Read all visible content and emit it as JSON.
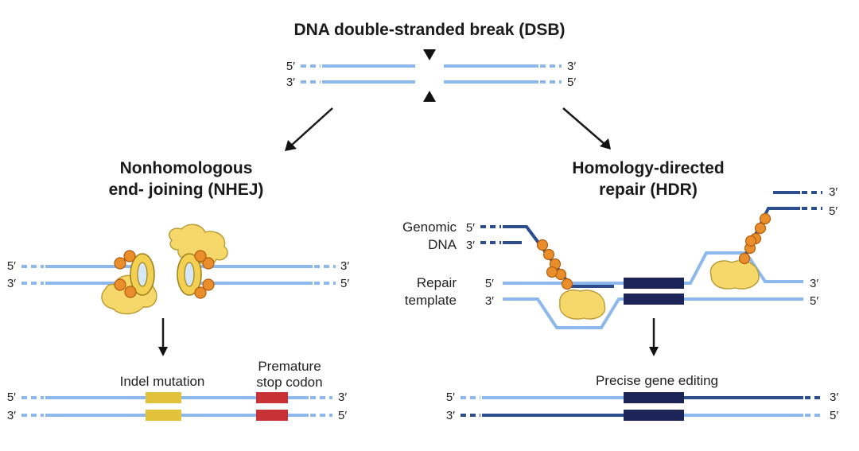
{
  "dsb": {
    "title": "DNA double-stranded break (DSB)",
    "top_left": "5′",
    "bottom_left": "3′",
    "top_right": "3′",
    "bottom_right": "5′"
  },
  "nhej": {
    "title_line1": "Nonhomologous",
    "title_line2": "end- joining (NHEJ)",
    "top_left": "5′",
    "bottom_left": "3′",
    "top_right": "3′",
    "bottom_right": "5′",
    "result": {
      "indel_label": "Indel mutation",
      "stop_label_line1": "Premature",
      "stop_label_line2": "stop codon",
      "top_left": "5′",
      "bottom_left": "3′",
      "top_right": "3′",
      "bottom_right": "5′"
    }
  },
  "hdr": {
    "title_line1": "Homology-directed",
    "title_line2": "repair (HDR)",
    "genomic_label_line1": "Genomic",
    "genomic_label_line2": "DNA",
    "genomic_top_left": "5′",
    "genomic_bottom_left": "3′",
    "genomic_top_right": "3′",
    "genomic_bottom_right": "5′",
    "template_label_line1": "Repair",
    "template_label_line2": "template",
    "template_top_left": "5′",
    "template_bottom_left": "3′",
    "template_top_right": "3′",
    "template_bottom_right": "5′",
    "result": {
      "label": "Precise gene editing",
      "top_left": "5′",
      "bottom_left": "3′",
      "top_right": "3′",
      "bottom_right": "5′"
    }
  },
  "colors": {
    "strand_light": "#8cb8ec",
    "strand_dark": "#2c4e8c",
    "edit_block": "#1c2458",
    "indel_block": "#e2c23a",
    "stop_block": "#c83236",
    "protein": "#f6d76a",
    "bead": "#ea8e2c"
  }
}
